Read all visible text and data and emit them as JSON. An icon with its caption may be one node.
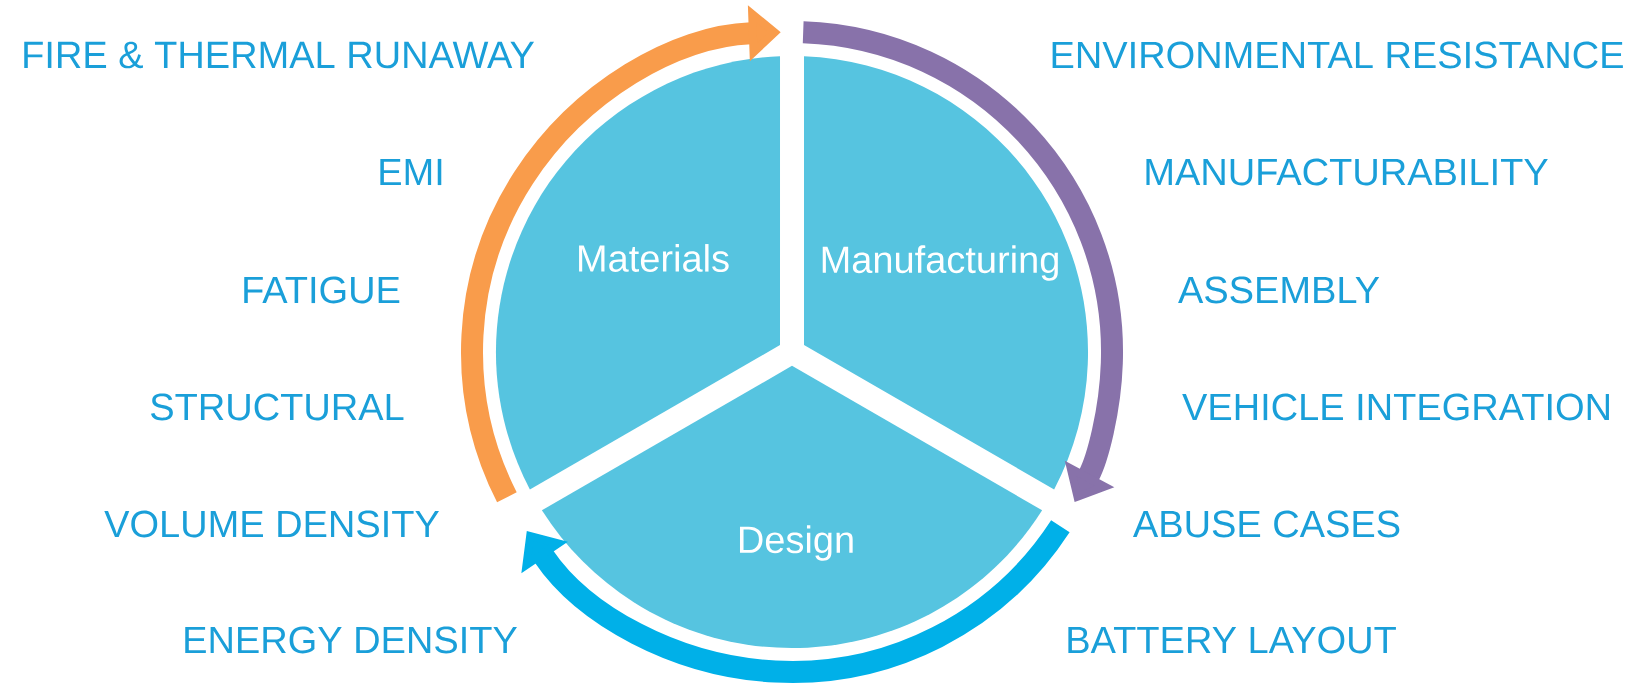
{
  "diagram": {
    "nodes": [
      {
        "text": [
          "Materials"
        ]
      },
      {
        "text": [
          "Manufacturing"
        ]
      },
      {
        "text": [
          "Design"
        ]
      }
    ],
    "labels": [
      "FIRE & THERMAL RUNAWAY",
      "ENVIRONMENTAL RESISTANCE",
      "EMI",
      "MANUFACTURABILITY",
      "FATIGUE",
      "ASSEMBLY",
      "STRUCTURAL",
      "VEHICLE INTEGRATION",
      "VOLUME DENSITY",
      "ABUSE CASES",
      "ENERGY DENSITY",
      "BATTERY LAYOUT"
    ]
  }
}
